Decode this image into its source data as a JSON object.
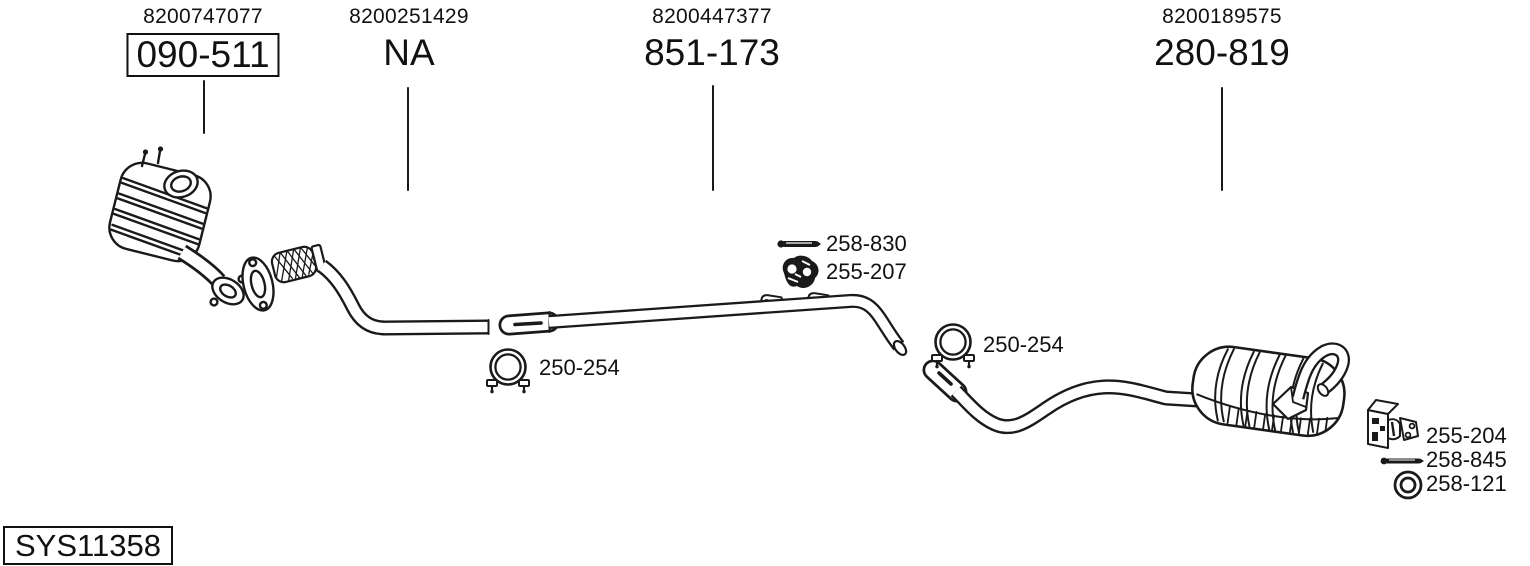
{
  "diagram": {
    "system_code": "SYS11358",
    "background": "#ffffff",
    "line_color": "#1a1a1a",
    "columns": [
      {
        "oe_number": "8200747077",
        "part_number": "090-511",
        "boxed": true
      },
      {
        "oe_number": "8200251429",
        "part_number": "NA",
        "boxed": false
      },
      {
        "oe_number": "8200447377",
        "part_number": "851-173",
        "boxed": false
      },
      {
        "oe_number": "8200189575",
        "part_number": "280-819",
        "boxed": false
      }
    ],
    "callouts": [
      {
        "part_number": "258-830",
        "icon": "bolt-icon"
      },
      {
        "part_number": "255-207",
        "icon": "rubber-mount-icon"
      },
      {
        "part_number": "250-254",
        "icon": "pipe-clamp-icon"
      },
      {
        "part_number": "250-254",
        "icon": "pipe-clamp-icon"
      },
      {
        "part_number": "255-204",
        "icon": "hanger-bracket-icon"
      },
      {
        "part_number": "258-845",
        "icon": "bolt-icon"
      },
      {
        "part_number": "258-121",
        "icon": "seal-ring-icon"
      }
    ]
  }
}
